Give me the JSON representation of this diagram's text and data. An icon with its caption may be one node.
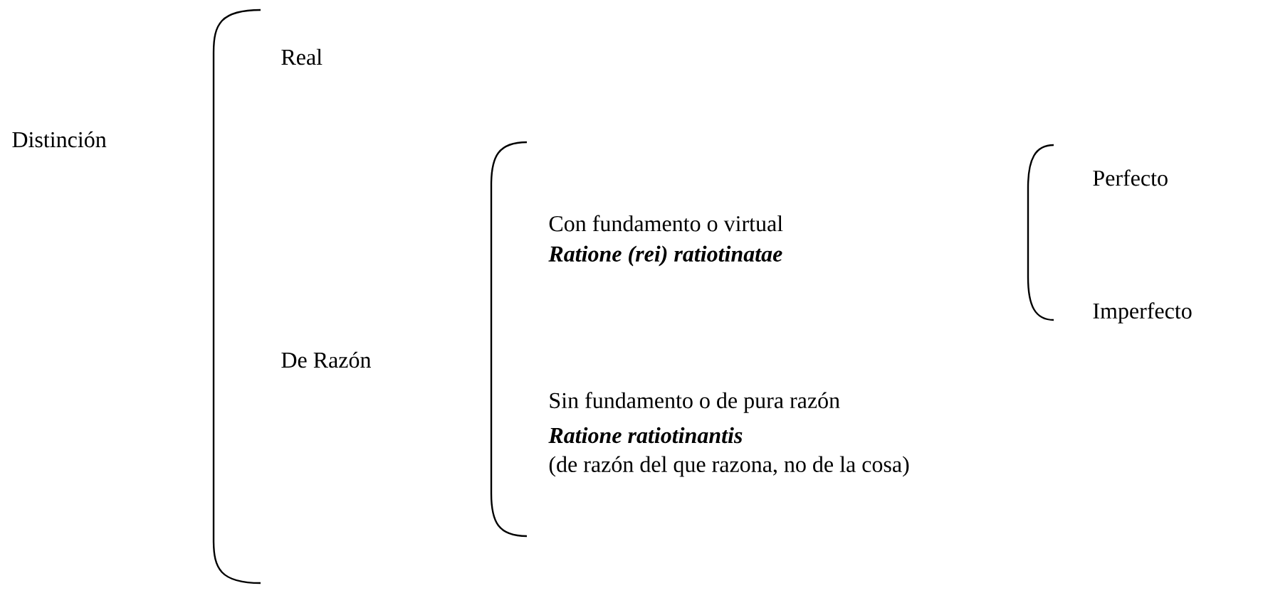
{
  "diagram": {
    "labels": [
      "Real",
      "Distinción",
      "Perfecto",
      "Con fundamento o virtual",
      "Ratione (rei) ratiotinatae",
      "Imperfecto",
      "De Razón",
      "Sin fundamento o de pura razón",
      "Ratione ratiotinantis",
      "(de razón del que razona, no de la cosa)"
    ]
  }
}
